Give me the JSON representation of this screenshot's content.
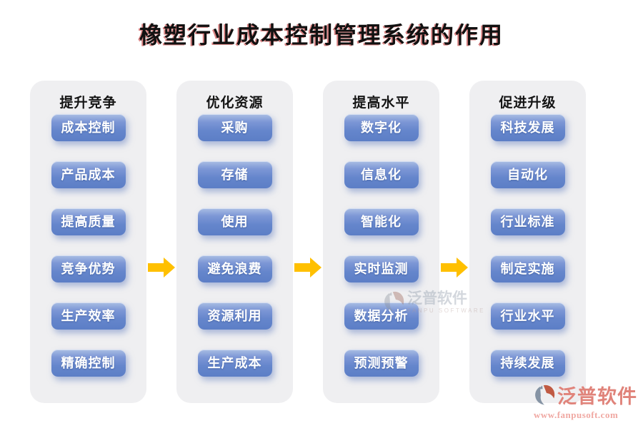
{
  "title": "橡塑行业成本控制管理系统的作用",
  "columns": [
    {
      "header": "提升竞争",
      "items": [
        "成本控制",
        "产品成本",
        "提高质量",
        "竞争优势",
        "生产效率",
        "精确控制"
      ]
    },
    {
      "header": "优化资源",
      "items": [
        "采购",
        "存储",
        "使用",
        "避免浪费",
        "资源利用",
        "生产成本"
      ]
    },
    {
      "header": "提高水平",
      "items": [
        "数字化",
        "信息化",
        "智能化",
        "实时监测",
        "数据分析",
        "预测预警"
      ]
    },
    {
      "header": "促进升级",
      "items": [
        "科技发展",
        "自动化",
        "行业标准",
        "制定实施",
        "行业水平",
        "持续发展"
      ]
    }
  ],
  "watermark_center": {
    "name": "泛普软件",
    "subtitle": "FANPU SOFTWARE"
  },
  "footer_brand": {
    "name": "泛普软件",
    "url": "www.fanpusoft.com"
  },
  "colors": {
    "button_top": "#aabee4",
    "button_bottom": "#5c7ec6",
    "panel": "#efeff1",
    "arrow": "#ffc000",
    "brand_orange": "#c05a43",
    "brand_gray": "#8593a4",
    "brand_pink": "#e0837a"
  }
}
